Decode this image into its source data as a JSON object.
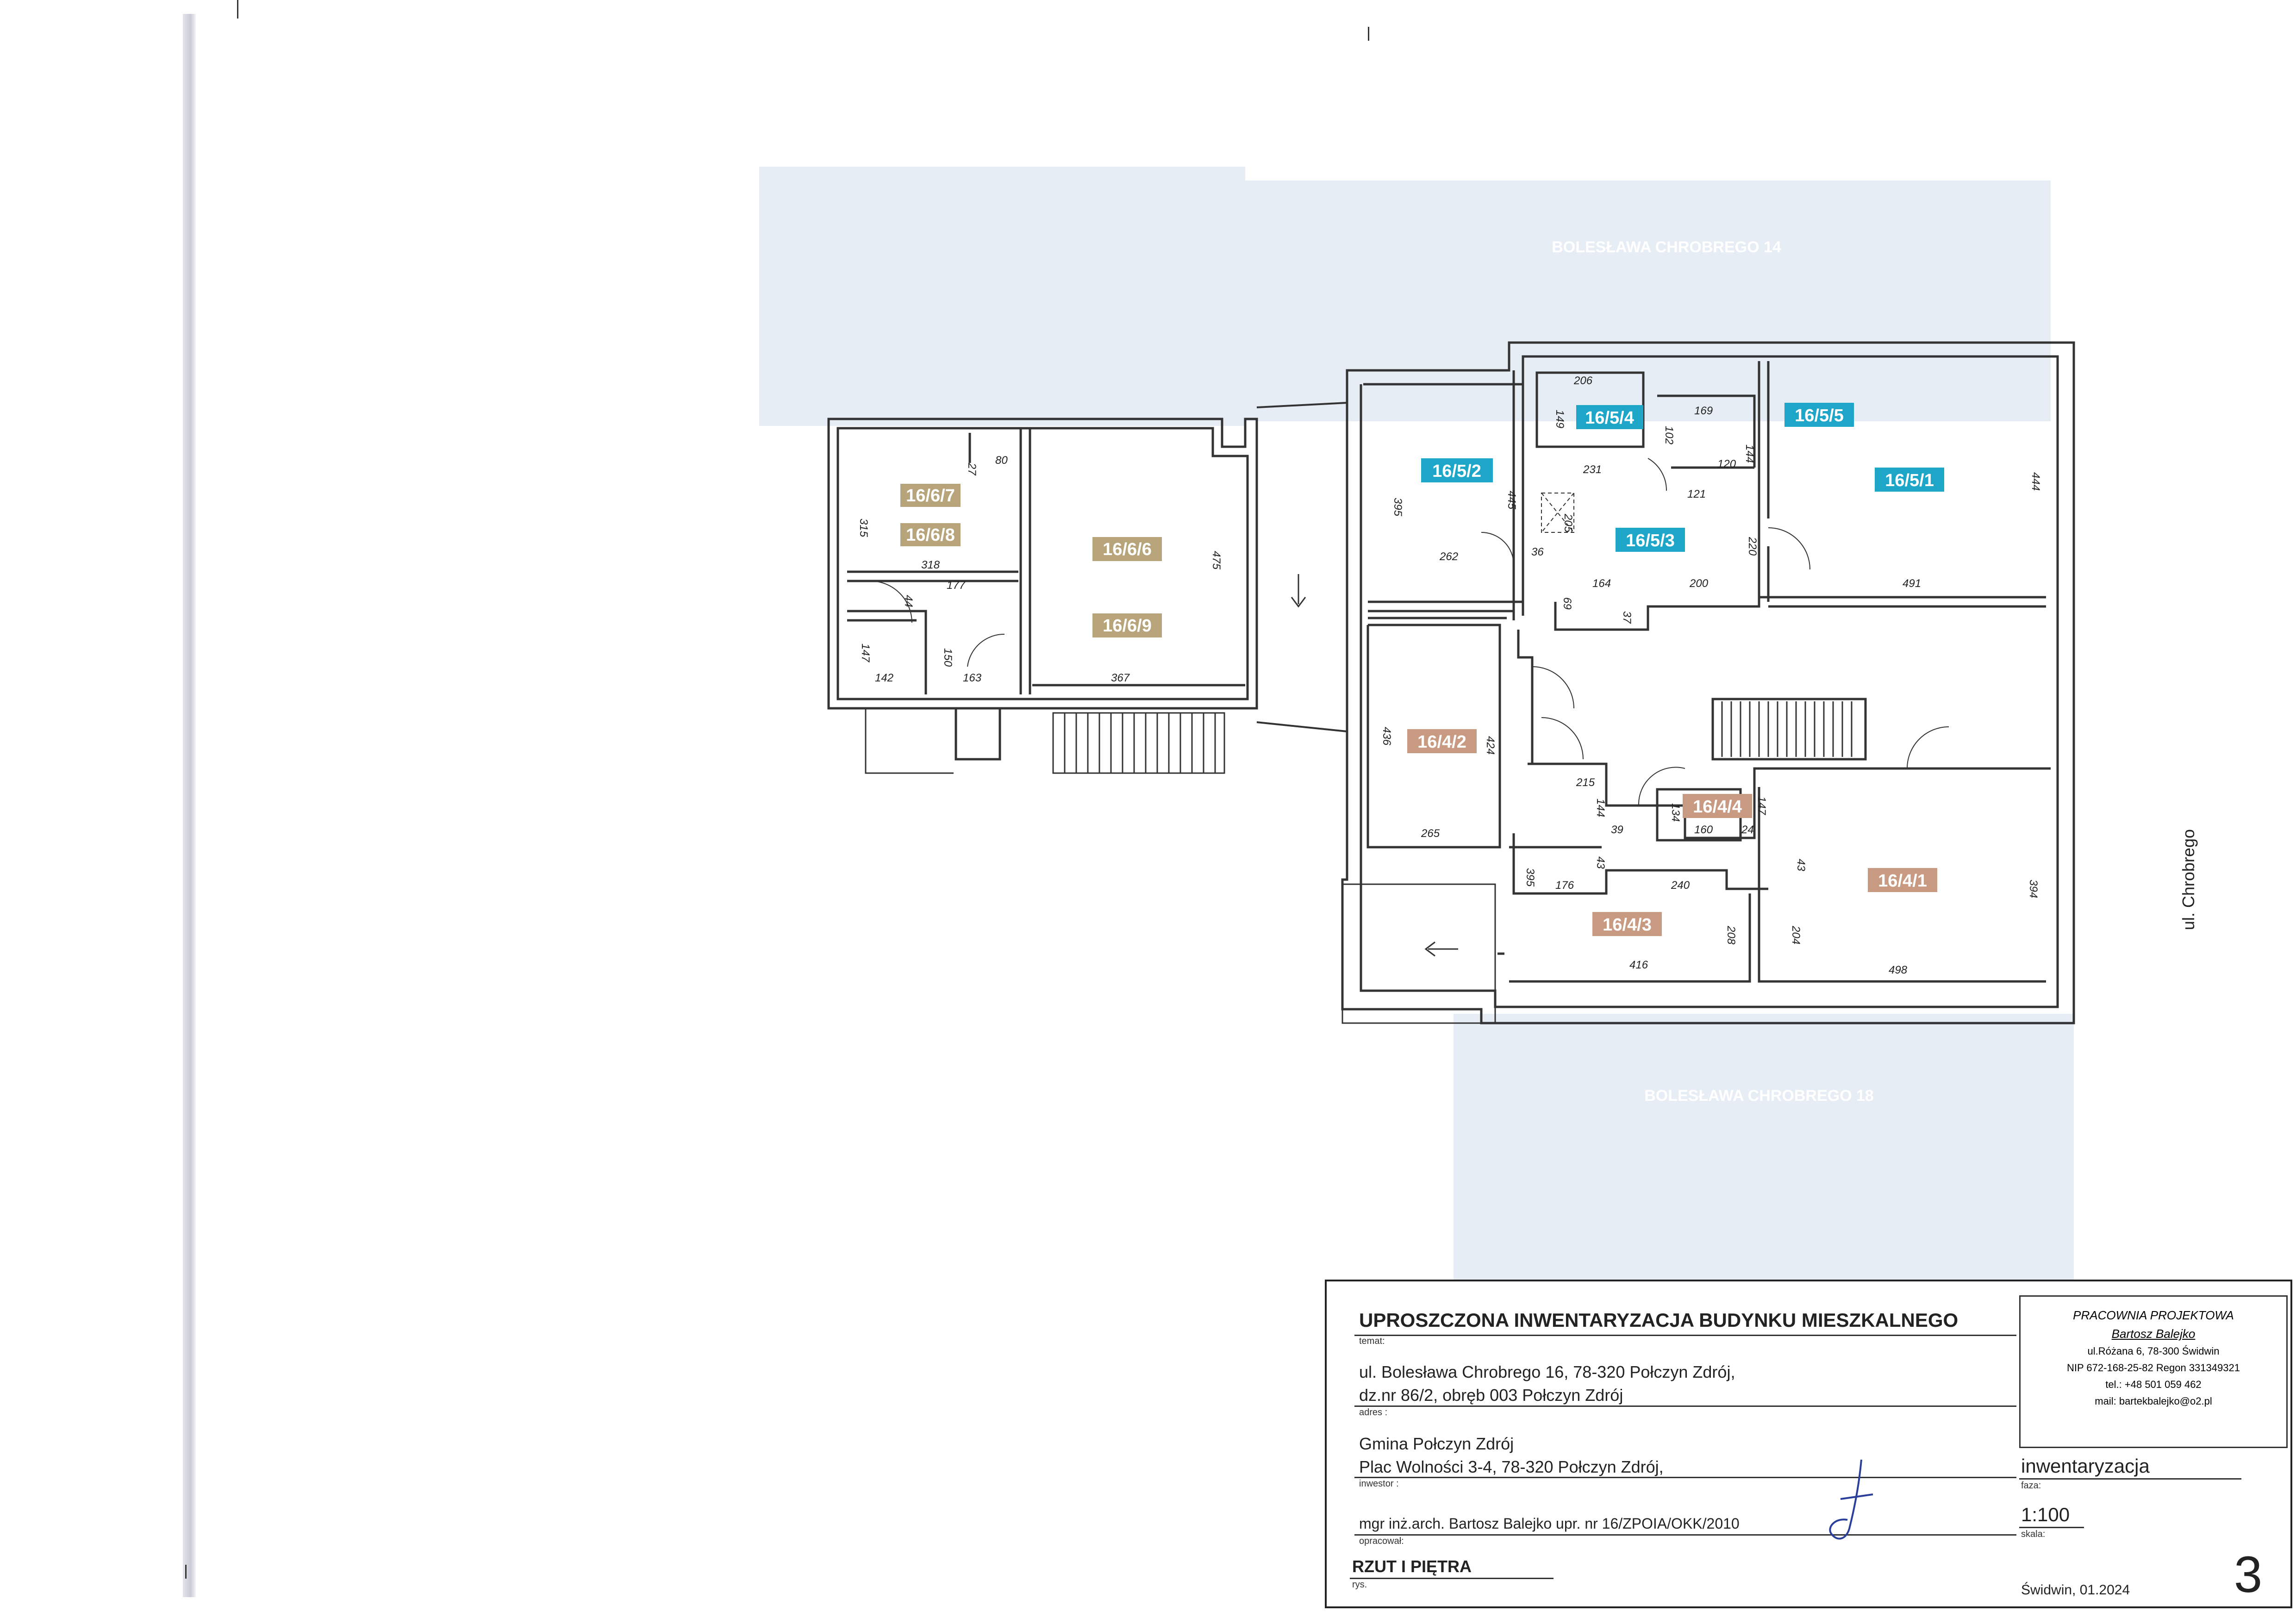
{
  "street_labels": {
    "top_right_faded": "BOLESŁAWA CHROBREGO 14",
    "bottom_faded": "BOLESŁAWA CHROBREGO 18",
    "east_side": "ul. Chrobrego"
  },
  "colors": {
    "unit_16_6": "#b8a47a",
    "unit_16_5": "#1ea6c8",
    "unit_16_4": "#c99a82",
    "neighbor_fill": "#e7edf5",
    "wall": "#333333"
  },
  "rooms": {
    "r1667": "16/6/7",
    "r1668": "16/6/8",
    "r1666": "16/6/6",
    "r1669": "16/6/9",
    "r1652": "16/5/2",
    "r1654": "16/5/4",
    "r1655": "16/5/5",
    "r1653": "16/5/3",
    "r1651": "16/5/1",
    "r1642": "16/4/2",
    "r1644": "16/4/4",
    "r1643": "16/4/3",
    "r1641": "16/4/1"
  },
  "dimensions": {
    "d80": "80",
    "d27": "27",
    "d315": "315",
    "d318": "318",
    "d177": "177",
    "d475": "475",
    "d44": "44",
    "d147": "147",
    "d142": "142",
    "d150": "150",
    "d163": "163",
    "d367": "367",
    "d206": "206",
    "d149": "149",
    "d169": "169",
    "d102": "102",
    "d144a": "144",
    "d120": "120",
    "d231": "231",
    "d121": "121",
    "d444": "444",
    "d395a": "395",
    "d445": "445",
    "d205": "205",
    "d262": "262",
    "d36": "36",
    "d220": "220",
    "d164": "164",
    "d200": "200",
    "d491": "491",
    "d69": "69",
    "d37": "37",
    "d436": "436",
    "d424": "424",
    "d215": "215",
    "d144b": "144",
    "d134": "134",
    "d147b": "147",
    "d39": "39",
    "d160": "160",
    "d24": "24",
    "d265": "265",
    "d43a": "43",
    "d43b": "43",
    "d395b": "395",
    "d176": "176",
    "d240": "240",
    "d394": "394",
    "d208": "208",
    "d204": "204",
    "d416": "416",
    "d498": "498"
  },
  "title_block": {
    "title": "UPROSZCZONA INWENTARYZACJA BUDYNKU MIESZKALNEGO",
    "title_caption": "temat:",
    "address_line1": "ul. Bolesława Chrobrego 16, 78-320 Połczyn Zdrój,",
    "address_line2": "dz.nr 86/2, obręb 003 Połczyn Zdrój",
    "address_caption": "adres :",
    "investor_line1": "Gmina Połczyn Zdrój",
    "investor_line2": "Plac Wolności 3-4, 78-320 Połczyn Zdrój,",
    "investor_caption": "inwestor :",
    "author": "mgr inż.arch. Bartosz Balejko  upr. nr 16/ZPOIA/OKK/2010",
    "author_caption": "opracował:",
    "drawing": "RZUT I PIĘTRA",
    "drawing_caption": "rys.",
    "firm_name": "PRACOWNIA PROJEKTOWA",
    "firm_owner": "Bartosz Balejko",
    "firm_address": "ul.Różana 6, 78-300 Świdwin",
    "firm_ids": "NIP 672-168-25-82 Regon 331349321",
    "firm_phone": "tel.: +48 501 059 462",
    "firm_mail": "mail: bartekbalejko@o2.pl",
    "phase": "inwentaryzacja",
    "phase_caption": "faza:",
    "scale": "1:100",
    "scale_caption": "skala:",
    "place_date": "Świdwin, 01.2024",
    "sheet_number": "3"
  }
}
